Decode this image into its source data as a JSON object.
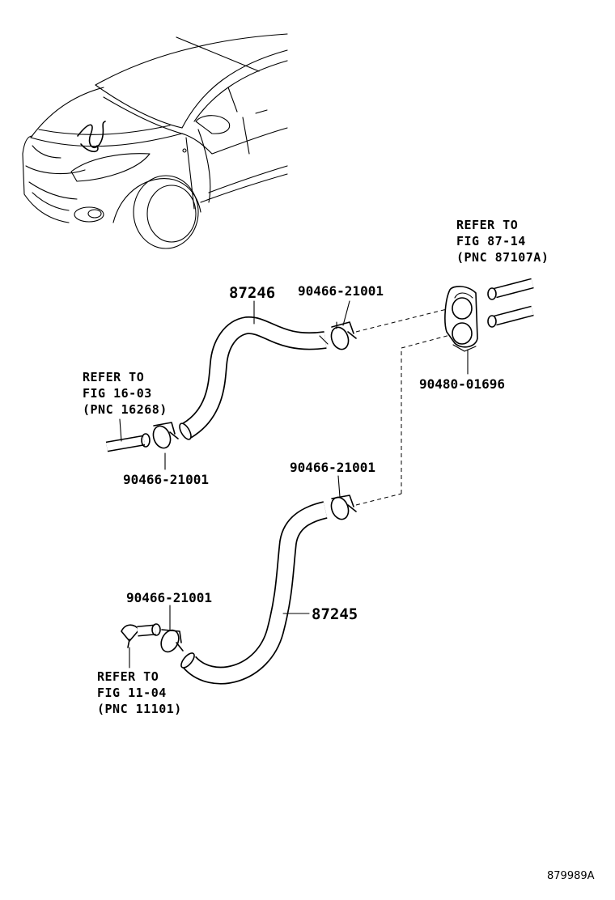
{
  "labels": {
    "refer_87_14": {
      "l1": "REFER TO",
      "l2": "FIG 87-14",
      "l3": "(PNC 87107A)"
    },
    "refer_16_03": {
      "l1": "REFER TO",
      "l2": "FIG 16-03",
      "l3": "(PNC 16268)"
    },
    "refer_11_04": {
      "l1": "REFER TO",
      "l2": "FIG 11-04",
      "l3": "(PNC 11101)"
    }
  },
  "parts": {
    "hose_upper": "87246",
    "hose_lower": "87245",
    "clamp_upper_right": "90466-21001",
    "clamp_upper_left": "90466-21001",
    "clamp_lower_right": "90466-21001",
    "clamp_lower_left": "90466-21001",
    "grommet": "90480-01696"
  },
  "footer": {
    "diagram_id": "879989A"
  }
}
